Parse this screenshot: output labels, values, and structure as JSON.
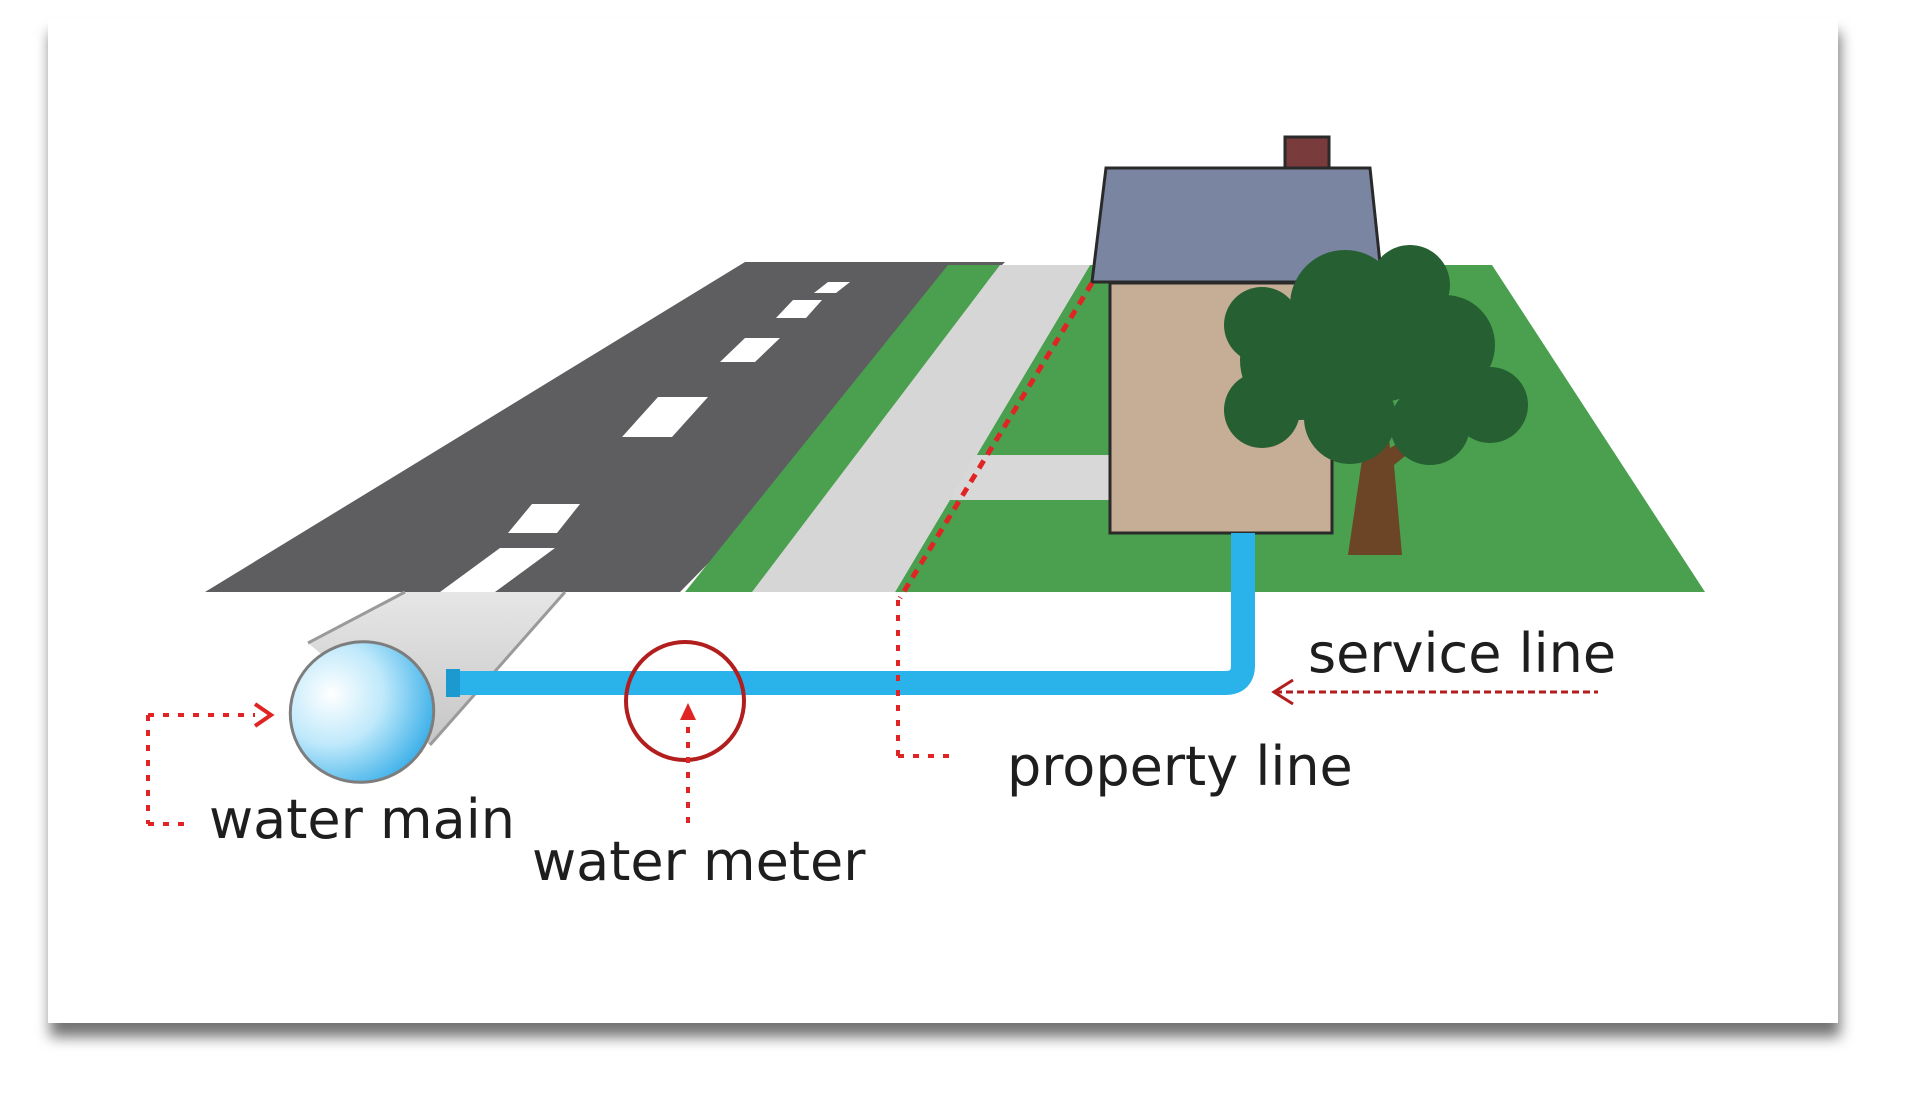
{
  "diagram": {
    "labels": {
      "service_line": "service line",
      "property_line": "property line",
      "water_main": "water main",
      "water_meter": "water meter"
    },
    "components": [
      "water-main-pipe",
      "service-line-pipe",
      "water-meter",
      "property-line",
      "road",
      "sidewalk",
      "lawn",
      "house",
      "tree"
    ],
    "colors": {
      "road": "#5e5e60",
      "road_marking": "#ffffff",
      "grass": "#4aa04f",
      "sidewalk": "#d6d6d6",
      "house_wall": "#c6ad95",
      "roof": "#7a85a2",
      "chimney": "#7a3b3d",
      "tree_foliage": "#255f32",
      "tree_trunk": "#6b4526",
      "service_pipe": "#29b3ea",
      "water_main": "#d4d4d4",
      "meter_circle": "#b21e1e",
      "callout_lines": "#e02424"
    }
  }
}
